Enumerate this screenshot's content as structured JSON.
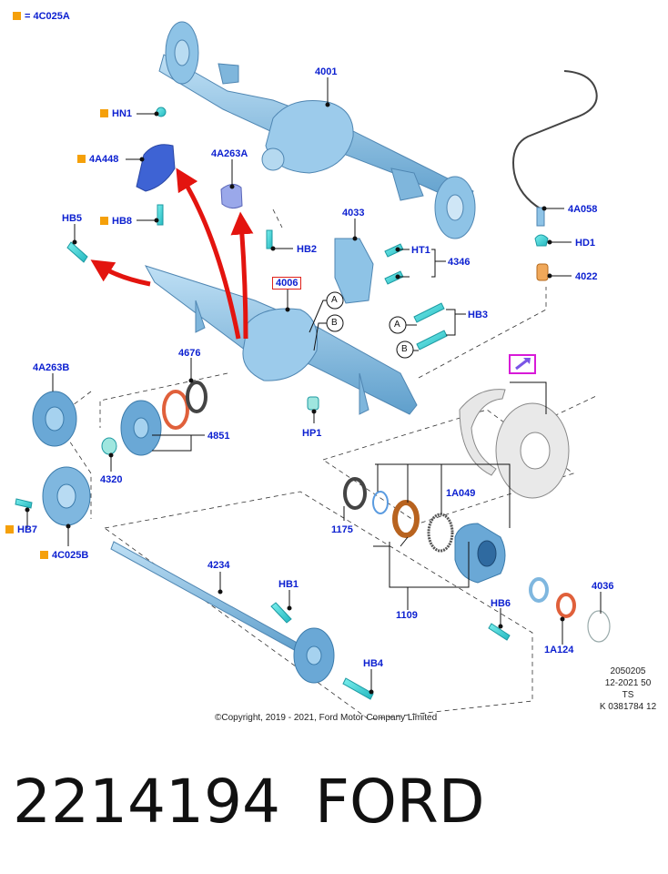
{
  "legend": {
    "text": "= 4C025A"
  },
  "labels": {
    "l4001": "4001",
    "hn1": "HN1",
    "l4a448": "4A448",
    "l4a263a": "4A263A",
    "hb8": "HB8",
    "hb5": "HB5",
    "hb2": "HB2",
    "l4033": "4033",
    "ht1": "HT1",
    "l4346": "4346",
    "l4a058": "4A058",
    "hd1": "HD1",
    "l4022": "4022",
    "l4006": "4006",
    "hb3": "HB3",
    "a1": "A",
    "b1": "B",
    "a2": "A",
    "b2": "B",
    "l4a263b": "4A263B",
    "l4676": "4676",
    "l4851": "4851",
    "hp1": "HP1",
    "l4320": "4320",
    "hb7": "HB7",
    "l4c025b": "4C025B",
    "l1a049": "1A049",
    "l1175": "1175",
    "l4234": "4234",
    "hb1": "HB1",
    "hb6": "HB6",
    "l1109": "1109",
    "l4036": "4036",
    "l1a124": "1A124",
    "hb4": "HB4"
  },
  "footer": {
    "copyright": "©Copyright, 2019 - 2021, Ford Motor Company Limited",
    "code_lines": [
      "2050205",
      "12-2021 50",
      "TS",
      "K 0381784 12"
    ]
  },
  "caption": {
    "part_number": "2214194",
    "brand": "FORD"
  },
  "colors": {
    "label": "#0b1fd0",
    "part_fill": "#8ec3e6",
    "part_dark": "#5b9cc9",
    "arrow": "#e3140f",
    "legend_square": "#f5a00a"
  }
}
